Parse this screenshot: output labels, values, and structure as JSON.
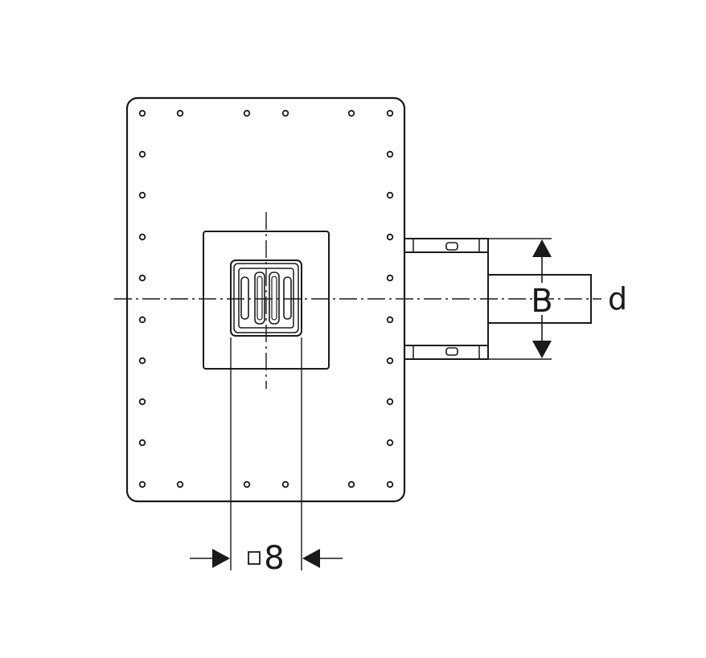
{
  "labels": {
    "height_dimension": "B",
    "pipe_diameter": "d",
    "grate_size": "8",
    "grate_size_symbol": "□"
  },
  "colors": {
    "stroke": "#1a1a1a",
    "background": "#ffffff"
  }
}
